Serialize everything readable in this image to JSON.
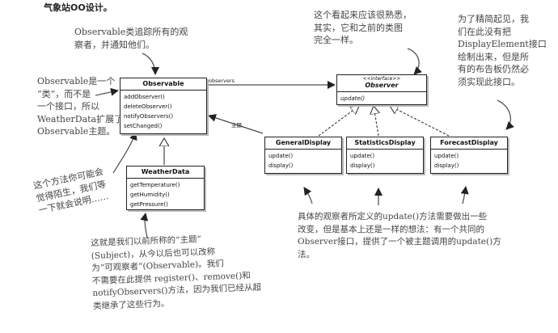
{
  "header": {
    "title": "气象站OO设计。"
  },
  "notes": {
    "observable_tracks": "Observable类追踪所有的观\n察者，并通知他们。",
    "observable_is_class": "Observable是一个\n“类”，而不是\n一个接口，所以\nWeatherData扩展了\nObservable主题。",
    "observer_same": "这个看起来应该很熟悉，\n其实，它和之前的类图\n完全一样。",
    "display_element": "为了精简起见，我\n们在此没有把\nDisplayElement接口\n绘制出来，但是所\n有的布告板仍然必\n须实现此接口。",
    "method_unfamiliar": "这个方法你可能会\n觉得陌生，我们等\n一下就会说明……",
    "subject_note": "这就是我们以前所称的“主题”\n(Subject)，从今以后也可以改称\n为“可观察者”(Observable)。我们\n不需要在此提供 register()、remove()和\nnotifyObservers()方法，因为我们已经从超\n类继承了这些行为。",
    "observer_update": "具体的观察者所定义的update()方法需要做出一些\n改变，但是基本上还是一样的想法：有一个共同的\nObserver接口，提供了一个被主题调用的update()方\n法。"
  },
  "classes": {
    "observable": {
      "name": "Observable",
      "methods": [
        "addObserver()",
        "deleteObserver()",
        "notifyObservers()",
        "setChanged()"
      ]
    },
    "observer": {
      "stereotype": "<<interface>>",
      "name": "Observer",
      "methods": [
        "update()"
      ]
    },
    "weatherdata": {
      "name": "WeatherData",
      "methods": [
        "getTemperature()",
        "getHumidity()",
        "getPressure()"
      ]
    },
    "generaldisplay": {
      "name": "GeneralDisplay",
      "methods": [
        "update()",
        "display()"
      ]
    },
    "statisticsdisplay": {
      "name": "StatisticsDisplay",
      "methods": [
        "update()",
        "display()"
      ]
    },
    "forecastdisplay": {
      "name": "ForecastDisplay",
      "methods": [
        "update()",
        "display()"
      ]
    }
  },
  "relations": {
    "observers_label": "observers",
    "subject_label": "主题"
  }
}
